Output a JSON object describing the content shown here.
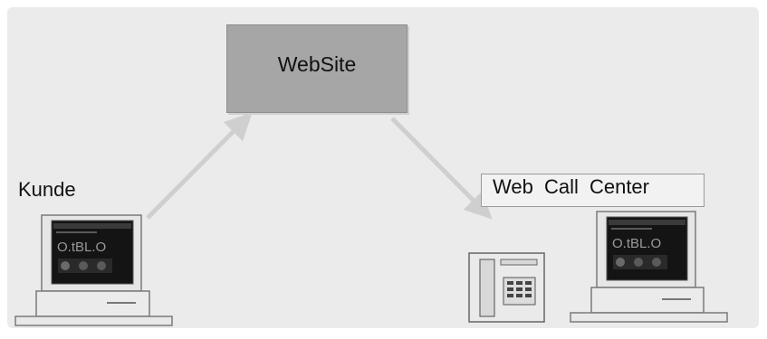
{
  "diagram": {
    "website_label": "WebSite",
    "customer_label": "Kunde",
    "call_center_label": "Web Call Center",
    "screen_text": "O.tBL.O"
  },
  "colors": {
    "panel": "#ebebeb",
    "website_box": "#a6a6a6",
    "arrow": "#cfcfcf",
    "device": "#888888"
  }
}
